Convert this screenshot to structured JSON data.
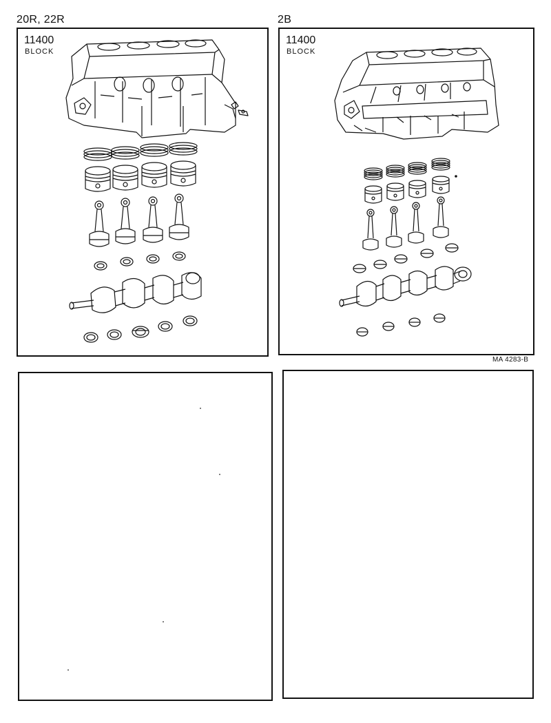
{
  "left_variant": {
    "label": "20R, 22R",
    "part_number": "11400",
    "part_name": "BLOCK",
    "components": [
      "cylinder-block",
      "piston-rings",
      "pistons",
      "connecting-rods",
      "rod-bearings",
      "crankshaft",
      "main-bearings"
    ]
  },
  "right_variant": {
    "label": "2B",
    "part_number": "11400",
    "part_name": "BLOCK",
    "components": [
      "cylinder-block",
      "piston-rings",
      "pistons",
      "connecting-rods",
      "rod-bearings",
      "crankshaft",
      "main-bearings"
    ]
  },
  "reference_code": "MA 4283-B",
  "colors": {
    "line": "#111111",
    "background": "#ffffff"
  }
}
